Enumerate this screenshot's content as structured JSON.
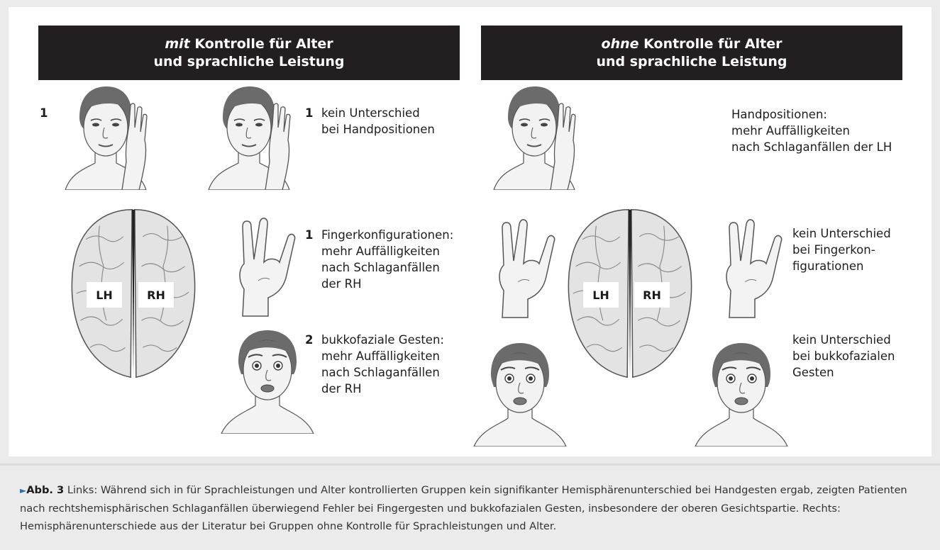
{
  "left_header": {
    "italic": "mit",
    "line1_rest": " Kontrolle für Alter",
    "line2": "und sprachliche Leistung"
  },
  "right_header": {
    "italic": "ohne",
    "line1_rest": " Kontrolle für Alter",
    "line2": "und sprachliche Leistung"
  },
  "brain_labels": {
    "left": "LH",
    "right": "RH"
  },
  "left_panel": {
    "face_number": "1",
    "items": [
      {
        "number": "1",
        "lines": [
          "kein Unterschied",
          "bei Handpositionen"
        ]
      },
      {
        "number": "1",
        "lines": [
          "Fingerkonfigurationen:",
          "mehr Auffälligkeiten",
          "nach Schlaganfällen",
          "der RH"
        ]
      },
      {
        "number": "2",
        "lines": [
          "bukkofaziale Gesten:",
          "mehr Auffälligkeiten",
          "nach Schlaganfällen",
          "der RH"
        ]
      }
    ]
  },
  "right_panel": {
    "items": [
      {
        "lines": [
          "Handpositionen:",
          "mehr Auffälligkeiten",
          "nach Schlaganfällen der LH"
        ]
      },
      {
        "lines": [
          "kein Unterschied",
          "bei Fingerkon-",
          "figurationen"
        ]
      },
      {
        "lines": [
          "kein Unterschied",
          "bei bukkofazialen",
          "Gesten"
        ]
      }
    ]
  },
  "caption": {
    "arrow": "►",
    "label": "Abb. 3",
    "text": " Links: Während sich in für Sprachleistungen und Alter kontrollierten Gruppen kein signifikanter Hemisphärenunterschied bei Handgesten ergab, zeigten Patienten nach rechtshemisphärischen Schlaganfällen überwiegend Fehler bei Fingergesten und bukkofazialen Gesten, insbesondere der oberen Gesichtspartie. Rechts: Hemisphärenunterschiede aus der Literatur bei Gruppen ohne Kontrolle für Sprachleistungen und Alter."
  },
  "colors": {
    "header_bg": "#231f20",
    "figure_bg": "#ffffff",
    "page_bg": "#ebebeb",
    "caption_arrow": "#2a6fb2"
  }
}
